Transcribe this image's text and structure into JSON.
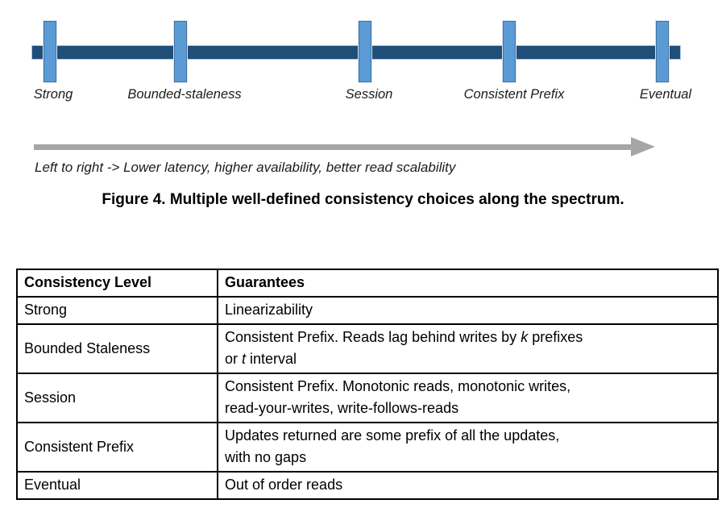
{
  "figure": {
    "spectrum_labels": [
      "Strong",
      "Bounded-staleness",
      "Session",
      "Consistent Prefix",
      "Eventual"
    ],
    "arrow_caption": "Left to right -> Lower latency, higher availability, better read scalability",
    "caption": "Figure 4. Multiple well-defined consistency choices along the spectrum.",
    "colors": {
      "bar": "#1f4e79",
      "tick": "#5b9bd5",
      "tick_border": "#41719c",
      "arrow": "#a6a6a6"
    }
  },
  "table": {
    "headers": [
      "Consistency Level",
      "Guarantees"
    ],
    "rows": [
      {
        "level": "Strong",
        "parts": [
          "Linearizability"
        ]
      },
      {
        "level": "Bounded Staleness",
        "parts": [
          "Consistent Prefix. Reads lag behind writes by ",
          "k",
          " prefixes",
          "or ",
          "t",
          " interval"
        ]
      },
      {
        "level": "Session",
        "parts": [
          "Consistent Prefix. Monotonic reads, monotonic writes,",
          "read-your-writes, write-follows-reads"
        ]
      },
      {
        "level": "Consistent Prefix",
        "parts": [
          "Updates returned are some prefix of all the updates,",
          "with no gaps"
        ]
      },
      {
        "level": "Eventual",
        "parts": [
          "Out of order reads"
        ]
      }
    ]
  }
}
